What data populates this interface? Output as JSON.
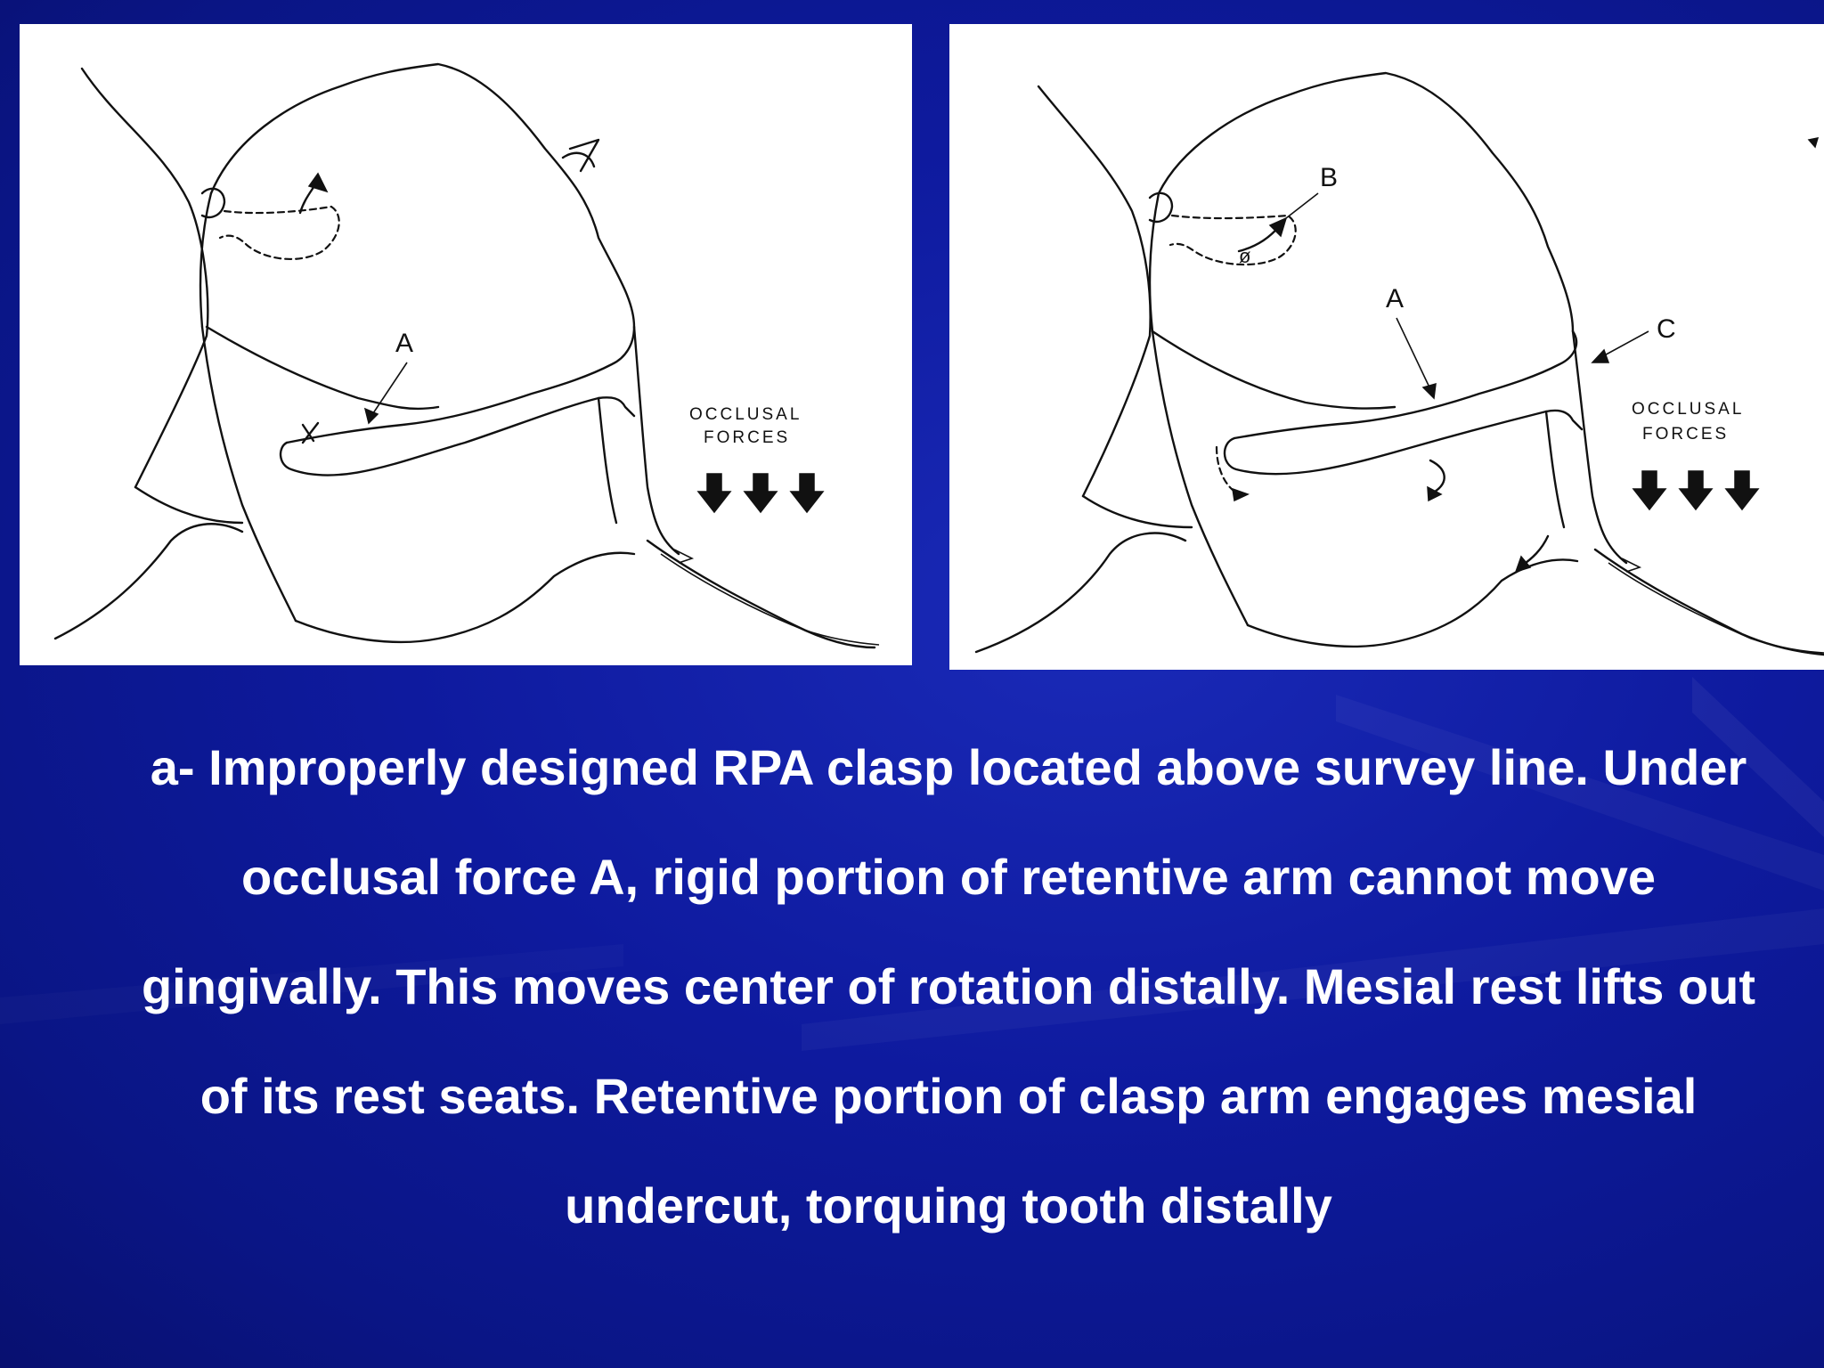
{
  "slide": {
    "background_color": "#0e1a9e",
    "text_color": "#ffffff"
  },
  "figure_left": {
    "label_a": "A",
    "force_line1": "OCCLUSAL",
    "force_line2": "FORCES"
  },
  "figure_right": {
    "label_a": "A",
    "label_b": "B",
    "label_c": "C",
    "force_line1": "OCCLUSAL",
    "force_line2": "FORCES"
  },
  "caption": {
    "text": "a- Improperly designed RPA clasp located above survey line. Under occlusal force A, rigid portion of retentive arm cannot move gingivally. This moves center of rotation distally. Mesial rest lifts out of its rest seats. Retentive portion of clasp arm engages mesial undercut, torquing tooth distally"
  }
}
